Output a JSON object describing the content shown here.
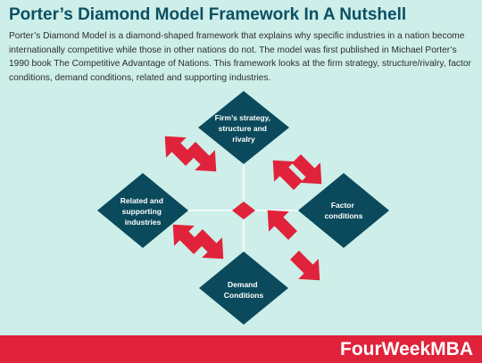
{
  "header": {
    "title": "Porter’s Diamond Model Framework In A Nutshell",
    "description": "Porter’s Diamond Model is a diamond-shaped framework that explains why specific industries in a nation become internationally competitive while those in other nations do not. The model was first published in Michael Porter’s 1990 book The Competitive Advantage of Nations. This framework looks at the firm strategy, structure/rivalry, factor conditions, demand conditions, related and supporting industries."
  },
  "diagram": {
    "nodes": {
      "top": [
        "Firm’s strategy,",
        "structure and",
        "rivalry"
      ],
      "left": [
        "Related and",
        "supporting",
        "industries"
      ],
      "right": [
        "Factor",
        "conditions"
      ],
      "bottom": [
        "Demand",
        "Conditions"
      ]
    },
    "colors": {
      "node": "#0b4a5c",
      "arrow": "#e0233a",
      "connector": "#ffffff",
      "center": "#e0233a"
    }
  },
  "footer": {
    "brand": "FourWeekMBA",
    "color": "#e0233a"
  }
}
